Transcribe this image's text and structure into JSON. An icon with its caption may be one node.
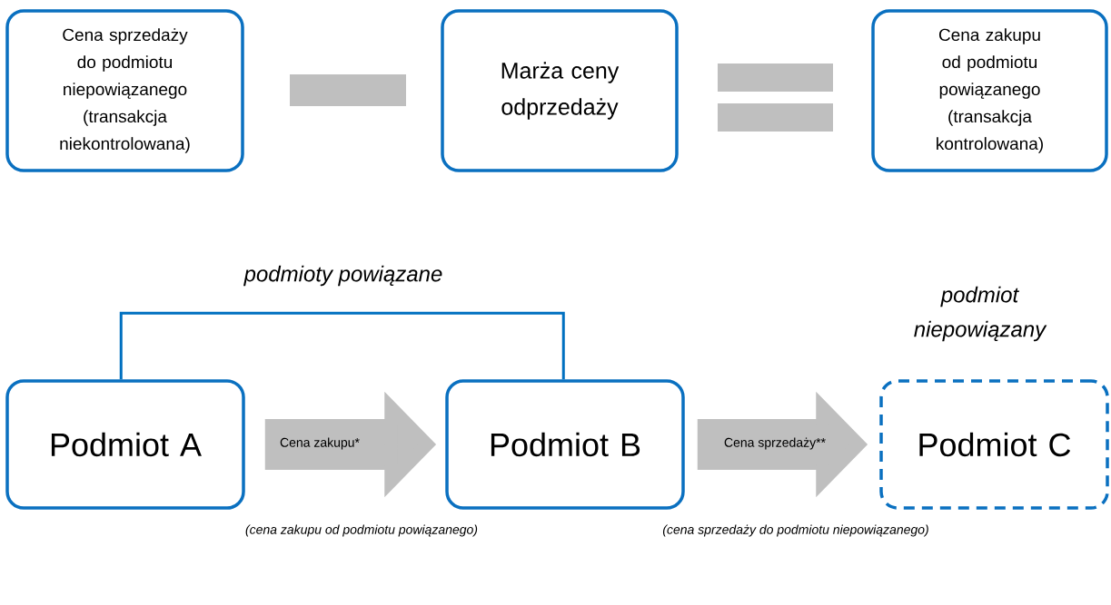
{
  "diagram": {
    "nodes": [
      {
        "text": [
          "Cena sprzedaży do podmiotu niepowiązanego (transakcja niekontrolowana)"
        ]
      },
      {
        "text": [],
        "shape": "bar"
      },
      {
        "text": [
          "Marża ceny odprzedaży"
        ]
      },
      {
        "text": [],
        "shape": "equals"
      },
      {
        "text": [
          "Cena zakupu od podmiotu powiązanego (transakcja kontrolowana)"
        ]
      },
      {
        "text": [
          "Podmiot A"
        ]
      },
      {
        "text": [
          "Podmiot B"
        ]
      },
      {
        "text": [
          "Podmiot C"
        ],
        "beside": [
          "podmiot niepowiązany"
        ]
      }
    ],
    "edges": [
      {
        "from": 5,
        "to": 6,
        "arrow": "none",
        "label": "podmioty powiązane",
        "color": "#0070c0"
      },
      {
        "from": 5,
        "to": 6,
        "arrow": "to",
        "label": "Cena zakupu*"
      },
      {
        "from": 6,
        "to": 7,
        "arrow": "to",
        "label": "Cena sprzedaży**"
      }
    ],
    "labels": [
      "(cena zakupu od podmiotu powiązanego)",
      "(cena sprzedaży do podmiotu niepowiązanego)"
    ]
  }
}
